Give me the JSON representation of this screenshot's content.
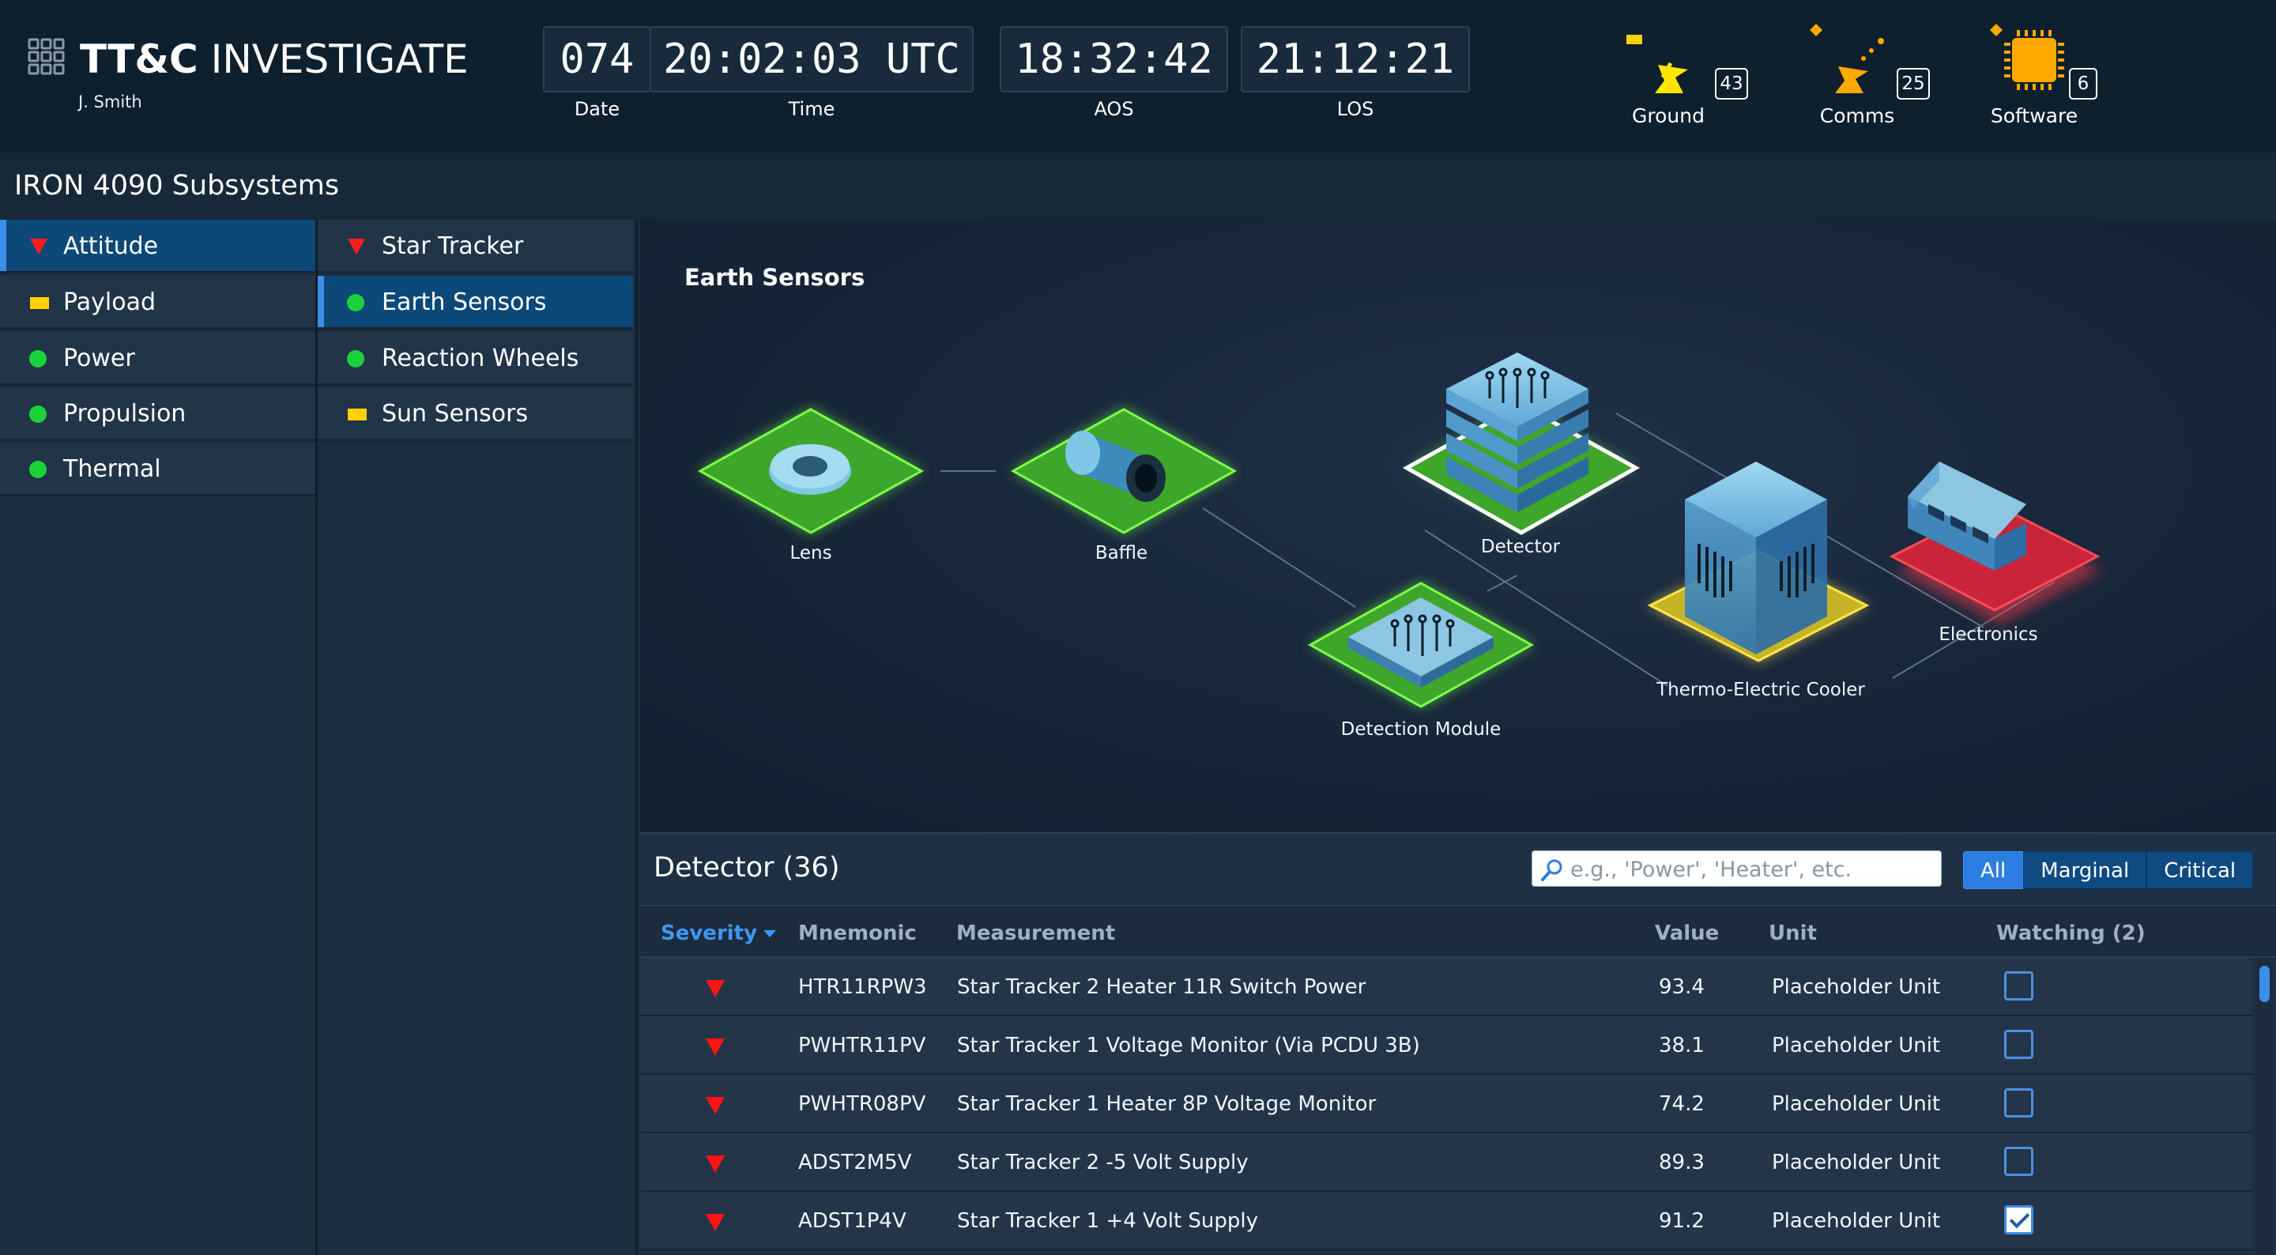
{
  "app": {
    "brand_bold": "TT&C",
    "brand_light": "INVESTIGATE",
    "user": "J. Smith"
  },
  "clocks": {
    "date_value": "074",
    "date_label": "Date",
    "time_value": "20:02:03 UTC",
    "time_label": "Time",
    "aos_value": "18:32:42",
    "aos_label": "AOS",
    "los_value": "21:12:21",
    "los_label": "LOS"
  },
  "monitors": [
    {
      "label": "Ground",
      "count": "43",
      "icon": "ground-antenna-icon"
    },
    {
      "label": "Comms",
      "count": "25",
      "icon": "comms-antenna-icon"
    },
    {
      "label": "Software",
      "count": "6",
      "icon": "processor-chip-icon"
    }
  ],
  "page_title": "IRON 4090 Subsystems",
  "subsystems": [
    {
      "label": "Attitude",
      "status": "critical",
      "active": true
    },
    {
      "label": "Payload",
      "status": "marginal",
      "active": false
    },
    {
      "label": "Power",
      "status": "normal",
      "active": false
    },
    {
      "label": "Propulsion",
      "status": "normal",
      "active": false
    },
    {
      "label": "Thermal",
      "status": "normal",
      "active": false
    }
  ],
  "components": [
    {
      "label": "Star Tracker",
      "status": "critical",
      "active": false
    },
    {
      "label": "Earth Sensors",
      "status": "normal",
      "active": true
    },
    {
      "label": "Reaction Wheels",
      "status": "normal",
      "active": false
    },
    {
      "label": "Sun Sensors",
      "status": "marginal",
      "active": false
    }
  ],
  "diagram": {
    "title": "Earth Sensors",
    "nodes": {
      "lens": "Lens",
      "baffle": "Baffle",
      "detector": "Detector",
      "detection_module": "Detection Module",
      "tec": "Thermo-Electric Cooler",
      "electronics": "Electronics"
    }
  },
  "table": {
    "title": "Detector (36)",
    "search_placeholder": "e.g., 'Power', 'Heater', etc.",
    "filters": [
      "All",
      "Marginal",
      "Critical"
    ],
    "active_filter": "All",
    "columns": {
      "severity": "Severity",
      "mnemonic": "Mnemonic",
      "measurement": "Measurement",
      "value": "Value",
      "unit": "Unit",
      "watching": "Watching (2)"
    },
    "rows": [
      {
        "severity": "critical",
        "mnemonic": "HTR11RPW3",
        "measurement": "Star Tracker 2 Heater 11R Switch Power",
        "value": "93.4",
        "unit": "Placeholder Unit",
        "watching": false
      },
      {
        "severity": "critical",
        "mnemonic": "PWHTR11PV",
        "measurement": "Star Tracker 1 Voltage Monitor (Via PCDU 3B)",
        "value": "38.1",
        "unit": "Placeholder Unit",
        "watching": false
      },
      {
        "severity": "critical",
        "mnemonic": "PWHTR08PV",
        "measurement": "Star Tracker 1 Heater 8P Voltage Monitor",
        "value": "74.2",
        "unit": "Placeholder Unit",
        "watching": false
      },
      {
        "severity": "critical",
        "mnemonic": "ADST2M5V",
        "measurement": "Star Tracker 2 -5 Volt Supply",
        "value": "89.3",
        "unit": "Placeholder Unit",
        "watching": false
      },
      {
        "severity": "critical",
        "mnemonic": "ADST1P4V",
        "measurement": "Star Tracker 1 +4 Volt Supply",
        "value": "91.2",
        "unit": "Placeholder Unit",
        "watching": true
      }
    ]
  },
  "colors": {
    "critical": "#ff1e1e",
    "marginal": "#ffd200",
    "normal": "#1ad33a",
    "accent": "#3d8ee6"
  }
}
